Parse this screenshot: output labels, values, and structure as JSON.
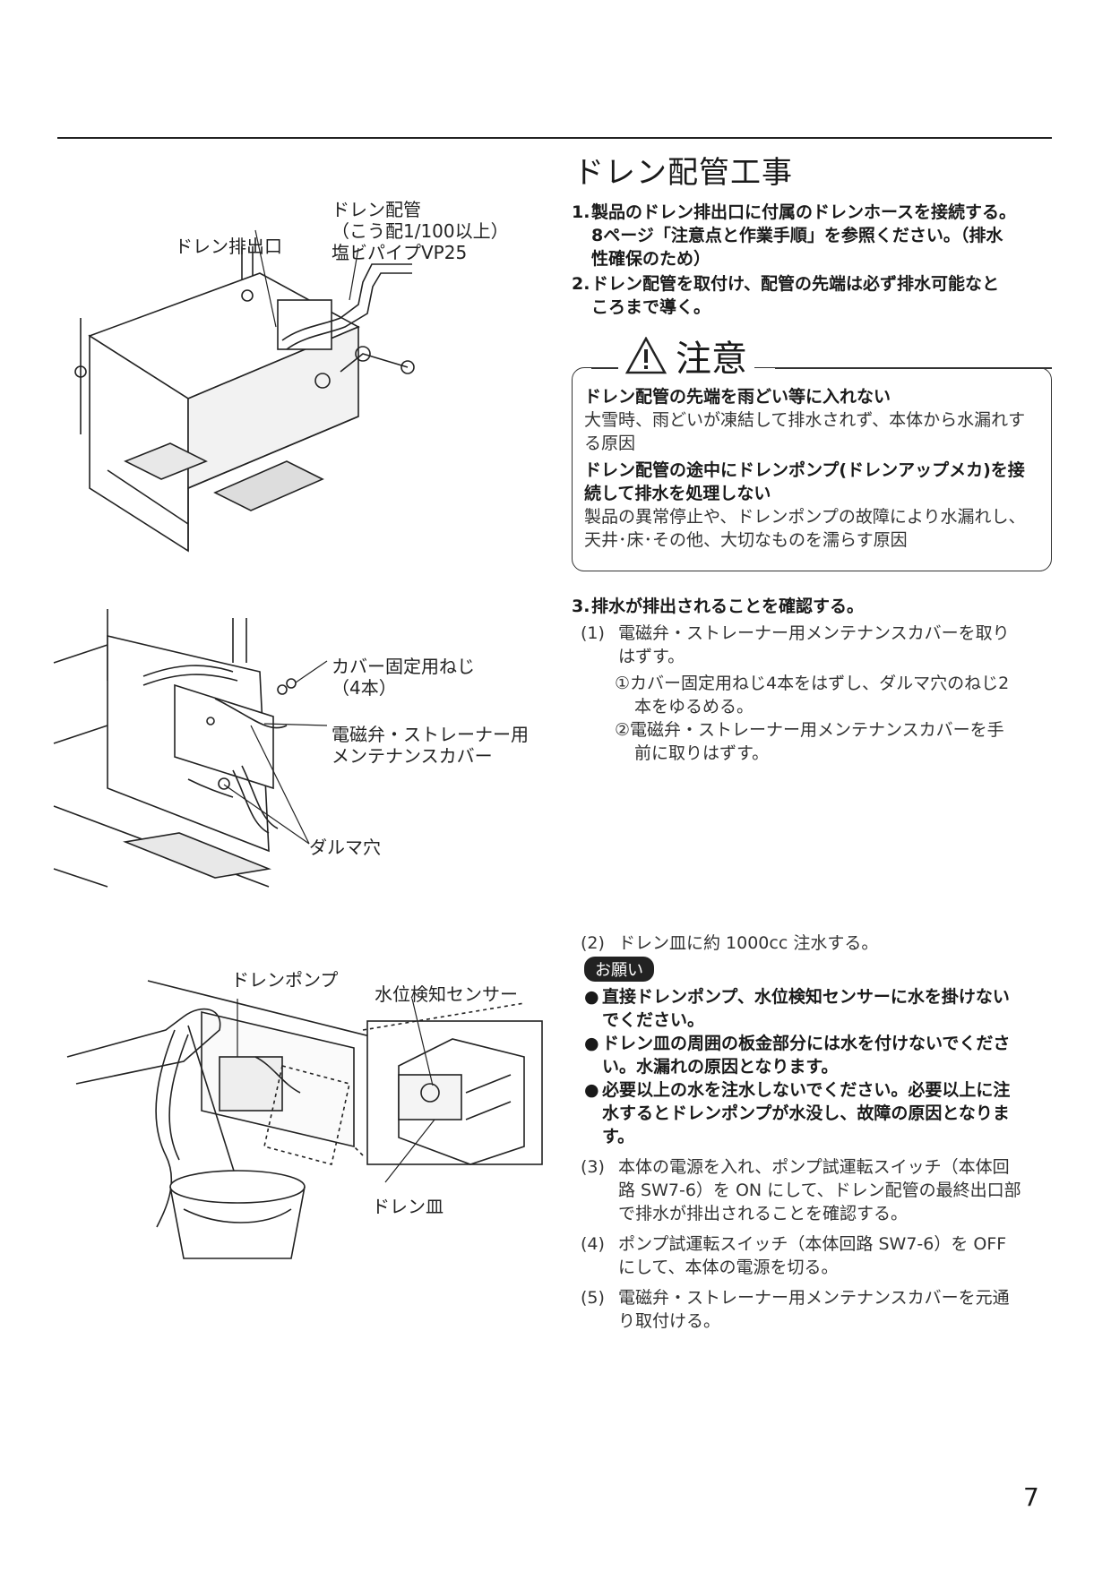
{
  "section_title": "ドレン配管工事",
  "steps": {
    "s1_num": "1.",
    "s1_line1": "製品のドレン排出口に付属のドレンホースを接続する。",
    "s1_line2": "8ページ「注意点と作業手順」を参照ください。（排水",
    "s1_line3": "性確保のため）",
    "s2_num": "2.",
    "s2_line1": "ドレン配管を取付け、配管の先端は必ず排水可能な",
    "s2_line1b": "と",
    "s2_line2": "ころまで導く。",
    "s3_num": "3.",
    "s3_text": "排水が排出されることを確認する。"
  },
  "caution": {
    "label": "注意",
    "h1": "ドレン配管の先端を雨どい等に入れない",
    "p1_line1": "大雪時、雨どいが凍結して排水されず、本体から水漏れす",
    "p1_line2": "る原因",
    "h2_line1": "ドレン配管の途中にドレンポンプ(ドレンアップメカ)を接",
    "h2_line2": "続して排水を処理しない",
    "p2_line1": "製品の異常停止や、ドレンポンプの故障により水漏れし、",
    "p2_line2": "天井･床･その他、大切なものを濡らす原因"
  },
  "sub_steps": {
    "s1_num": "(1)",
    "s1_line1": "電磁弁・ストレーナー用メンテナンスカバーを取り",
    "s1_line2": "はずす。",
    "c1_mark": "①",
    "c1_line1": "カバー固定用ねじ4本をはずし、ダルマ穴のねじ2",
    "c1_line2": "本をゆるめる。",
    "c2_mark": "②",
    "c2_line1": "電磁弁・ストレーナー用メンテナンスカバーを手",
    "c2_line2": "前に取りはずす。",
    "s2_num": "(2)",
    "s2_text": "ドレン皿に約 1000cc 注水する。",
    "s3_num": "(3)",
    "s3_line1": "本体の電源を入れ、ポンプ試運転スイッチ（本体回",
    "s3_line2": "路 SW7-6）を ON にして、ドレン配管の最終出口部",
    "s3_line3": "で排水が排出されることを確認する。",
    "s4_num": "(4)",
    "s4_line1": "ポンプ試運転スイッチ（本体回路 SW7-6）を OFF",
    "s4_line2": "にして、本体の電源を切る。",
    "s5_num": "(5)",
    "s5_line1": "電磁弁・ストレーナー用メンテナンスカバーを元通",
    "s5_line2": "り取付ける。"
  },
  "request": {
    "badge": "お願い",
    "bullet": "●",
    "b1_line1": "直接ドレンポンプ、水位検知センサーに水を掛けない",
    "b1_line2": "でください。",
    "b2_line1": "ドレン皿の周囲の板金部分には水を付けないでくださ",
    "b2_line2": "い。水漏れの原因となります。",
    "b3_line1": "必要以上の水を注水しないでください。必要以上に注",
    "b3_line2": "水するとドレンポンプが水没し、故障の原因となりま",
    "b3_line3": "す。"
  },
  "figure_labels": {
    "fig1_drain_pipe_line1": "ドレン配管",
    "fig1_drain_pipe_line2": "（こう配1/100以上）",
    "fig1_drain_pipe_line3": "塩ビパイプVP25",
    "fig1_drain_outlet": "ドレン排出口",
    "fig2_screw_line1": "カバー固定用ねじ",
    "fig2_screw_line2": "（4本）",
    "fig2_cover_line1": "電磁弁・ストレーナー用",
    "fig2_cover_line2": "メンテナンスカバー",
    "fig2_daruma": "ダルマ穴",
    "fig3_pump": "ドレンポンプ",
    "fig3_sensor": "水位検知センサー",
    "fig3_pan": "ドレン皿"
  },
  "page_number": "7"
}
